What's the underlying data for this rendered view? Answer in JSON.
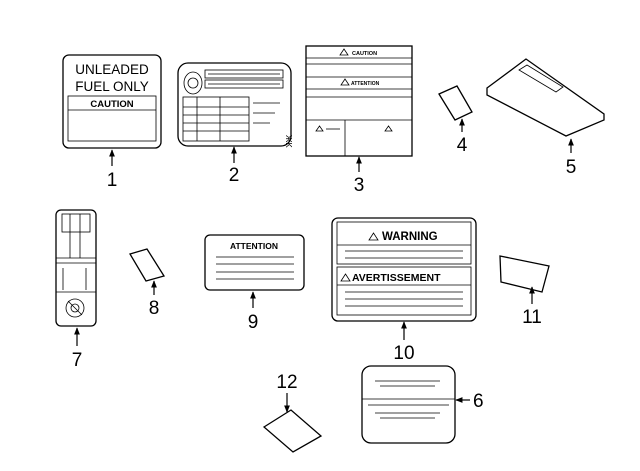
{
  "parts": [
    {
      "number": "1",
      "label_lines": [
        "UNLEADED",
        "FUEL ONLY"
      ],
      "caution": "CAUTION"
    },
    {
      "number": "2"
    },
    {
      "number": "3",
      "caution": "CAUTION",
      "attention": "ATTENTION"
    },
    {
      "number": "4"
    },
    {
      "number": "5"
    },
    {
      "number": "6"
    },
    {
      "number": "7"
    },
    {
      "number": "8"
    },
    {
      "number": "9",
      "heading": "ATTENTION"
    },
    {
      "number": "10",
      "warning": "WARNING",
      "avertissement": "AVERTISSEMENT"
    },
    {
      "number": "11"
    },
    {
      "number": "12"
    }
  ]
}
